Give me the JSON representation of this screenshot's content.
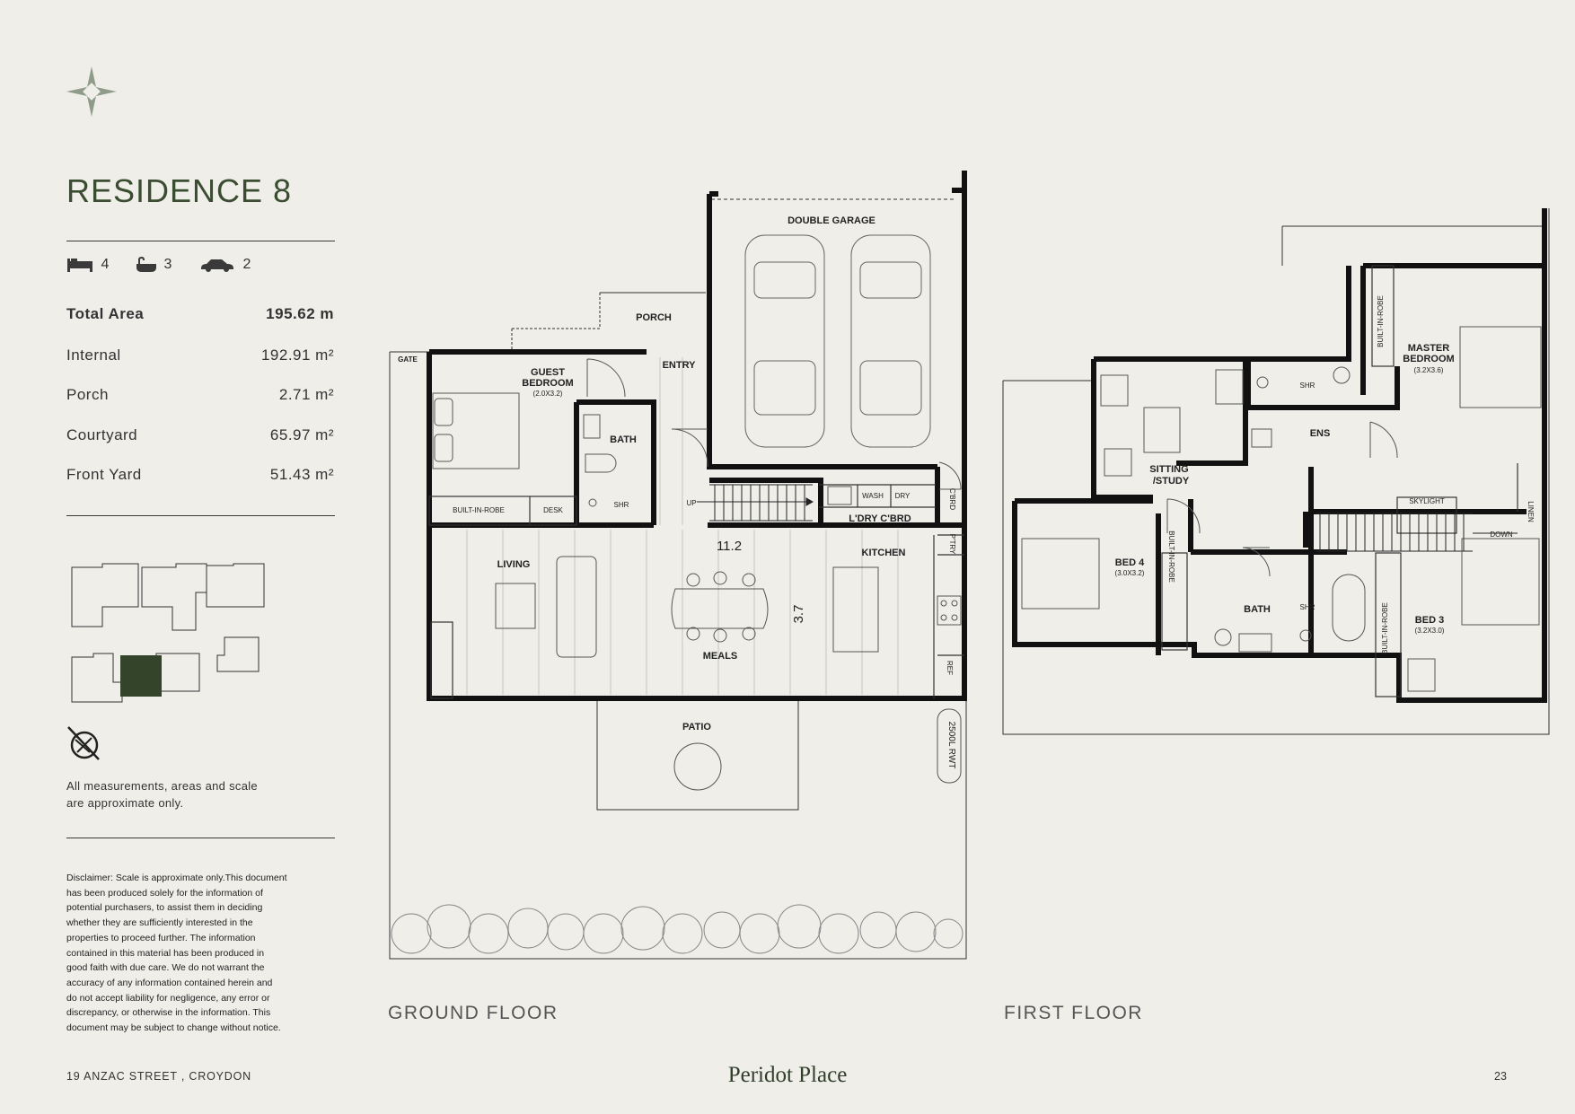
{
  "title": "RESIDENCE 8",
  "features": {
    "bedrooms": "4",
    "bathrooms": "3",
    "cars": "2"
  },
  "areas": [
    {
      "label": "Total Area",
      "value": "195.62 m",
      "bold": true
    },
    {
      "label": "Internal",
      "value": "192.91 m²"
    },
    {
      "label": "Porch",
      "value": "2.71 m²"
    },
    {
      "label": "Courtyard",
      "value": "65.97 m²"
    },
    {
      "label": "Front Yard",
      "value": "51.43 m²"
    }
  ],
  "note": {
    "line1": "All measurements, areas and scale",
    "line2": "are approximate only."
  },
  "disclaimer": [
    "Disclaimer: Scale is approximate only.This document",
    "has been produced solely for the information of",
    "potential purchasers, to assist them in deciding",
    "whether they are sufficiently interested in the",
    "properties to proceed further. The information",
    "contained in this material has been produced in",
    "good faith with due care. We do not warrant the",
    "accuracy of any information contained herein and",
    "do not accept liability for negligence, any error or",
    "discrepancy, or otherwise in the information. This",
    "document may be subject to change without notice."
  ],
  "ground_floor": {
    "label": "GROUND FLOOR",
    "rooms": {
      "gate": "GATE",
      "porch": "PORCH",
      "double_garage": "DOUBLE GARAGE",
      "entry": "ENTRY",
      "guest_bedroom_1": "GUEST",
      "guest_bedroom_2": "BEDROOM",
      "guest_bedroom_dim": "(2.0X3.2)",
      "bath": "BATH",
      "shr": "SHR",
      "built_in_robe": "BUILT-IN-ROBE",
      "desk": "DESK",
      "up": "UP",
      "wash": "WASH",
      "dry": "DRY",
      "ldry_cbrd": "L'DRY C'BRD",
      "cbrd": "C'BRD",
      "pantry": "P'TRY",
      "living": "LIVING",
      "dim_width": "11.2",
      "kitchen": "KITCHEN",
      "dim_depth": "3.7",
      "meals": "MEALS",
      "ref": "REF",
      "patio": "PATIO",
      "rwt": "2500L RWT"
    }
  },
  "first_floor": {
    "label": "FIRST FLOOR",
    "rooms": {
      "master_1": "MASTER",
      "master_2": "BEDROOM",
      "master_dim": "(3.2X3.6)",
      "built_in_robe": "BUILT-IN-ROBE",
      "shr": "SHR",
      "ens": "ENS",
      "sitting_1": "SITTING",
      "sitting_2": "/STUDY",
      "linen": "LINEN",
      "skylight": "SKYLIGHT",
      "down": "DOWN",
      "bed4": "BED 4",
      "bed4_dim": "(3.0X3.2)",
      "bath": "BATH",
      "bed3": "BED 3",
      "bed3_dim": "(3.2X3.0)"
    }
  },
  "footer": {
    "address": "19 ANZAC STREET , CROYDON",
    "brand": "Peridot Place",
    "page": "23"
  },
  "colors": {
    "accent": "#3b4d31",
    "highlight": "#34442a",
    "background": "#efeee9"
  }
}
